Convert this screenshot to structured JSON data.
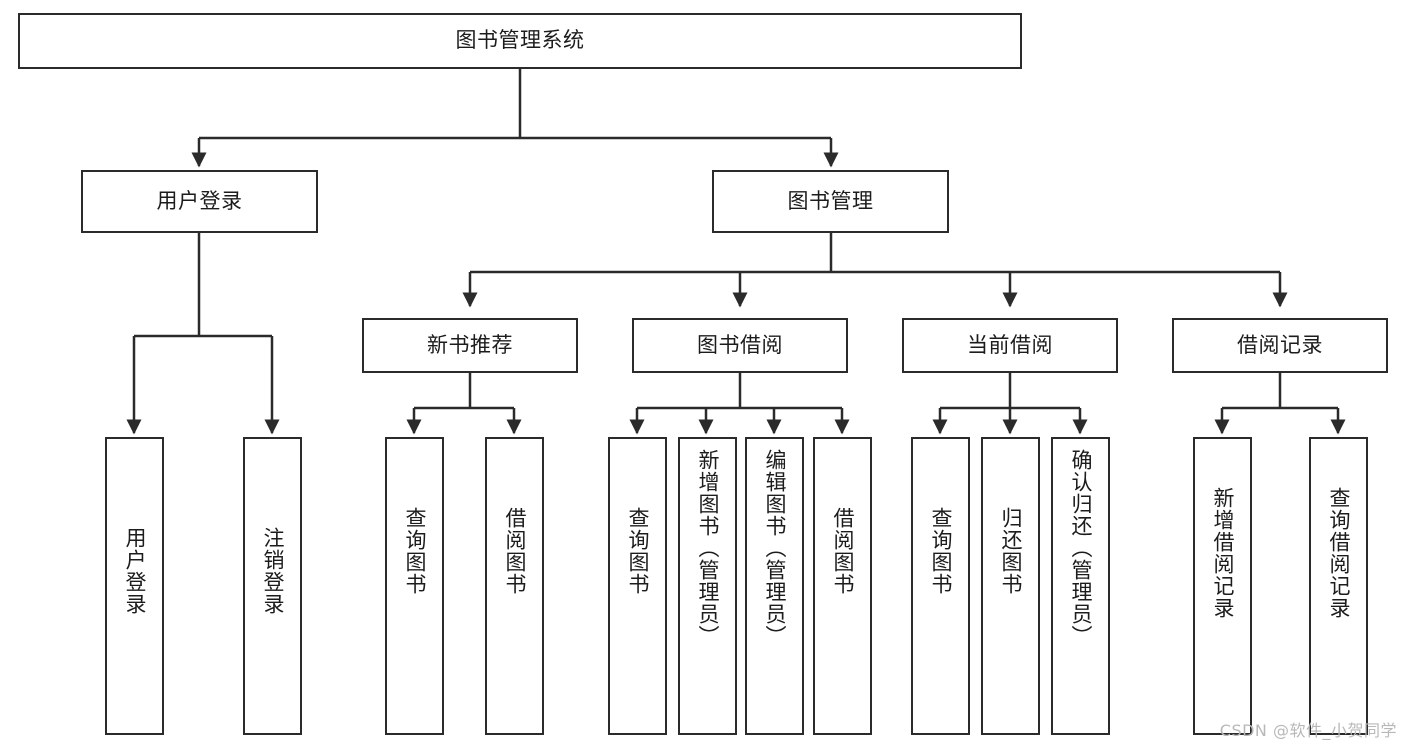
{
  "diagram": {
    "title": "图书管理系统",
    "type": "hierarchy-tree",
    "root": {
      "label": "图书管理系统"
    },
    "level2": [
      {
        "label": "用户登录"
      },
      {
        "label": "图书管理"
      }
    ],
    "level3": [
      {
        "label": "新书推荐"
      },
      {
        "label": "图书借阅"
      },
      {
        "label": "当前借阅"
      },
      {
        "label": "借阅记录"
      }
    ],
    "leaves": {
      "user_login": [
        {
          "label": "用户登录"
        },
        {
          "label": "注销登录"
        }
      ],
      "new_book_recommend": [
        {
          "label": "查询图书"
        },
        {
          "label": "借阅图书"
        }
      ],
      "book_borrow": [
        {
          "label": "查询图书"
        },
        {
          "label": "新增图书（管理员）"
        },
        {
          "label": "编辑图书（管理员）"
        },
        {
          "label": "借阅图书"
        }
      ],
      "current_borrow": [
        {
          "label": "查询图书"
        },
        {
          "label": "归还图书"
        },
        {
          "label": "确认归还（管理员）"
        }
      ],
      "borrow_record": [
        {
          "label": "新增借阅记录"
        },
        {
          "label": "查询借阅记录"
        }
      ]
    }
  },
  "watermark": {
    "text": "CSDN @软件_小贺同学"
  },
  "colors": {
    "stroke": "#2b2b2b",
    "fill": "#ffffff",
    "text": "#1c1c1c",
    "watermark": "#b8b8b8"
  }
}
